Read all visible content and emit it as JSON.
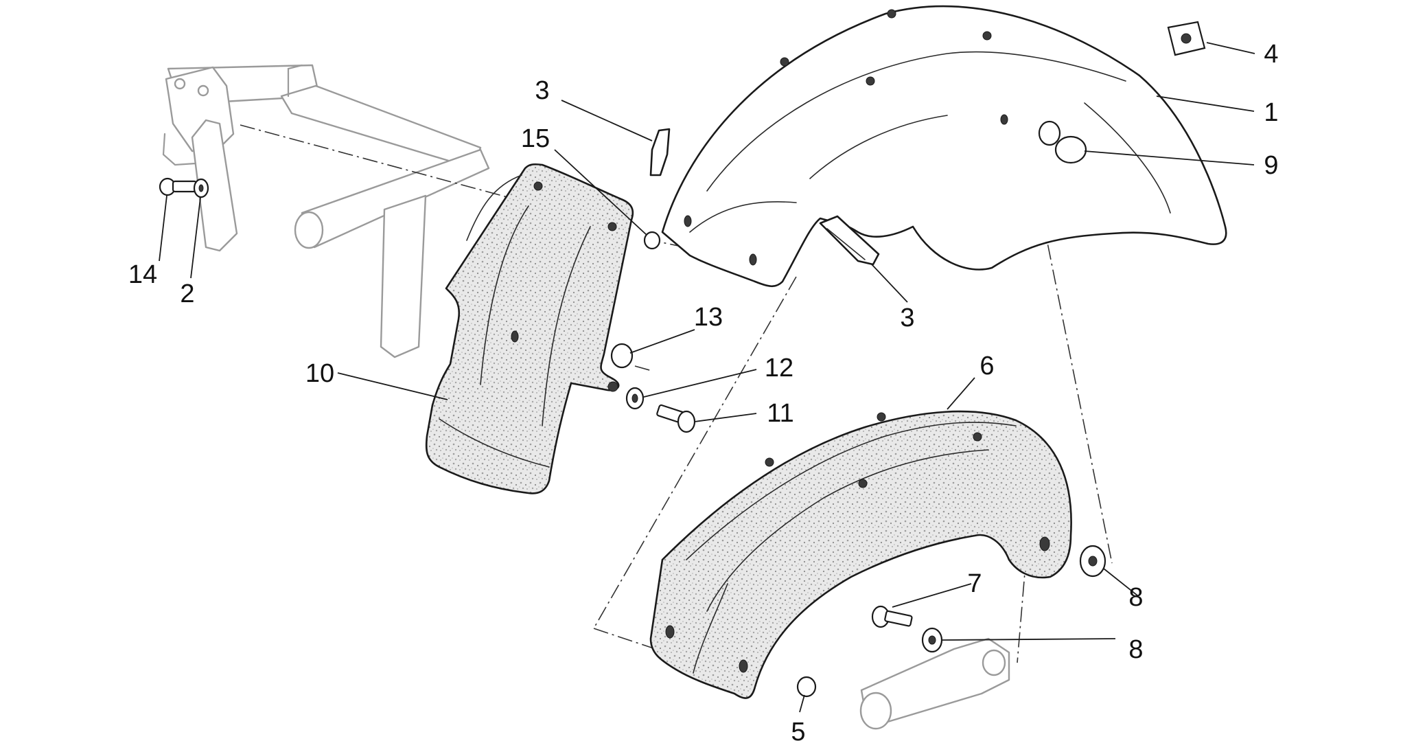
{
  "diagram": {
    "callouts": [
      {
        "id": "c1",
        "label": "1"
      },
      {
        "id": "c2",
        "label": "2"
      },
      {
        "id": "c3a",
        "label": "3"
      },
      {
        "id": "c3b",
        "label": "3"
      },
      {
        "id": "c4",
        "label": "4"
      },
      {
        "id": "c5",
        "label": "5"
      },
      {
        "id": "c6",
        "label": "6"
      },
      {
        "id": "c7",
        "label": "7"
      },
      {
        "id": "c8a",
        "label": "8"
      },
      {
        "id": "c8b",
        "label": "8"
      },
      {
        "id": "c9",
        "label": "9"
      },
      {
        "id": "c10",
        "label": "10"
      },
      {
        "id": "c11",
        "label": "11"
      },
      {
        "id": "c12",
        "label": "12"
      },
      {
        "id": "c13",
        "label": "13"
      },
      {
        "id": "c14",
        "label": "14"
      },
      {
        "id": "c15",
        "label": "15"
      }
    ]
  }
}
